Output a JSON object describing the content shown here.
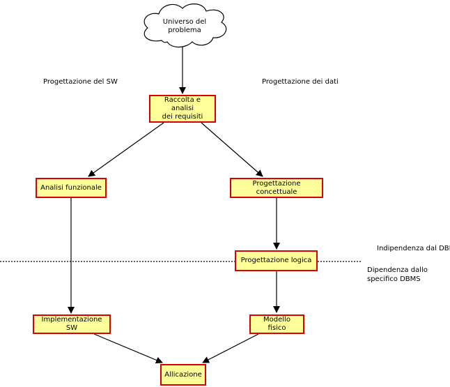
{
  "cloud": {
    "text": "Universo del\nproblema"
  },
  "labels": {
    "left_header": "Progettazione del SW",
    "right_header": "Progettazione dei dati",
    "independence": "Indipendenza dal DBMS",
    "dependence": "Dipendenza dallo\nspecifico DBMS"
  },
  "nodes": {
    "requirements": "Raccolta e analisi\ndei requisiti",
    "functional": "Analisi funzionale",
    "conceptual": "Progettazione concettuale",
    "logical": "Progettazione logica",
    "implementation": "Implementazione SW",
    "physical": "Modello fisico",
    "application": "Allicazione"
  }
}
